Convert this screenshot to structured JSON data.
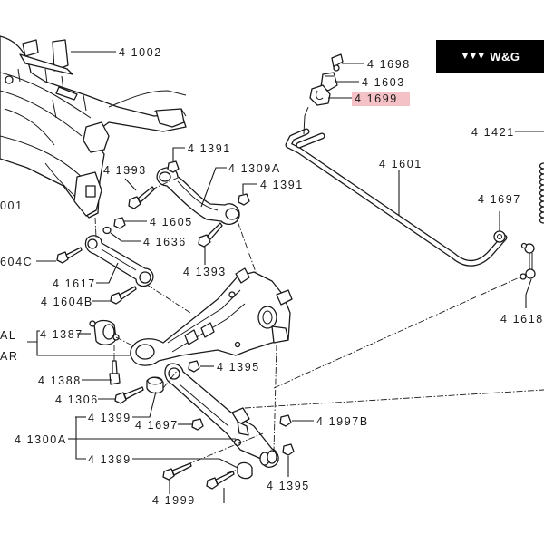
{
  "brand": {
    "logo_icon": "triple-chevron-logo-icon",
    "logo_glyph": "▼▼▼",
    "name": "W&G",
    "background": "#000000",
    "color": "#ffffff"
  },
  "highlight_color": "#f4c2c6",
  "diagram": {
    "title": "Rear suspension exploded parts diagram",
    "callouts": [
      {
        "id": "41002",
        "text": "4 1002"
      },
      {
        "id": "41698",
        "text": "4 1698"
      },
      {
        "id": "41603",
        "text": "4 1603"
      },
      {
        "id": "41699",
        "text": "4 1699",
        "highlighted": true
      },
      {
        "id": "41421",
        "text": "4 1421"
      },
      {
        "id": "41391a",
        "text": "4 1391"
      },
      {
        "id": "41309A",
        "text": "4 1309A"
      },
      {
        "id": "41393a",
        "text": "4 1393"
      },
      {
        "id": "41391b",
        "text": "4 1391"
      },
      {
        "id": "41001",
        "text": "001"
      },
      {
        "id": "41601",
        "text": "4 1601"
      },
      {
        "id": "41605",
        "text": "4 1605"
      },
      {
        "id": "41636",
        "text": "4 1636"
      },
      {
        "id": "41697a",
        "text": "4 1697"
      },
      {
        "id": "41604C",
        "text": "604C"
      },
      {
        "id": "41393b",
        "text": "4 1393"
      },
      {
        "id": "41617",
        "text": "4 1617"
      },
      {
        "id": "41604B",
        "text": "4 1604B"
      },
      {
        "id": "41618",
        "text": "4 1618"
      },
      {
        "id": "label-al",
        "text": "AL"
      },
      {
        "id": "41387",
        "text": "4 1387"
      },
      {
        "id": "label-ar",
        "text": "AR"
      },
      {
        "id": "41395a",
        "text": "4 1395"
      },
      {
        "id": "41388",
        "text": "4 1388"
      },
      {
        "id": "41306",
        "text": "4 1306"
      },
      {
        "id": "41399a",
        "text": "4 1399"
      },
      {
        "id": "41697b",
        "text": "4 1697"
      },
      {
        "id": "41997B",
        "text": "4 1997B"
      },
      {
        "id": "41300A",
        "text": "4 1300A"
      },
      {
        "id": "41399b",
        "text": "4 1399"
      },
      {
        "id": "41395b",
        "text": "4 1395"
      },
      {
        "id": "41999",
        "text": "4 1999"
      }
    ]
  }
}
